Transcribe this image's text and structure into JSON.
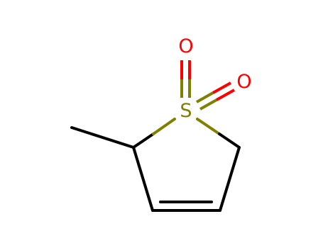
{
  "molecule": {
    "atoms": {
      "sulfur": {
        "symbol": "S",
        "color": "#808000"
      },
      "oxygen_top": {
        "symbol": "O",
        "color": "#ff0000"
      },
      "oxygen_right": {
        "symbol": "O",
        "color": "#ff0000"
      }
    },
    "colors": {
      "bond": "#000000",
      "sulfur": "#808000",
      "oxygen": "#ff0000"
    }
  }
}
